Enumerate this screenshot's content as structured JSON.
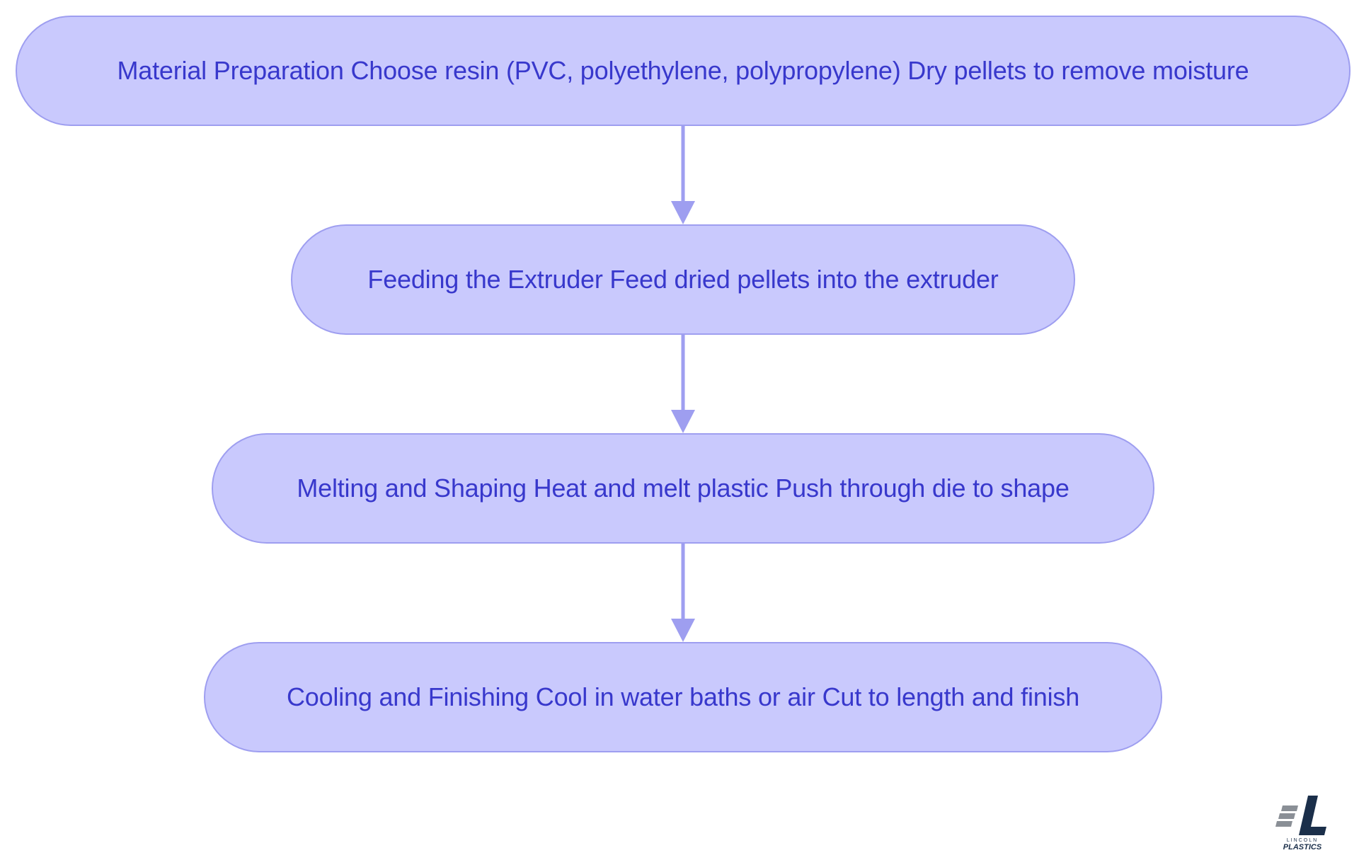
{
  "diagram": {
    "nodes": [
      {
        "id": "n1",
        "label": "Material Preparation Choose resin (PVC, polyethylene, polypropylene) Dry pellets to remove moisture"
      },
      {
        "id": "n2",
        "label": "Feeding the Extruder Feed dried pellets into the extruder"
      },
      {
        "id": "n3",
        "label": "Melting and Shaping Heat and melt plastic Push through die to shape"
      },
      {
        "id": "n4",
        "label": "Cooling and Finishing Cool in water baths or air Cut to length and finish"
      }
    ],
    "edges": [
      {
        "from": "n1",
        "to": "n2"
      },
      {
        "from": "n2",
        "to": "n3"
      },
      {
        "from": "n3",
        "to": "n4"
      }
    ],
    "colors": {
      "node_fill": "#c9c9fd",
      "node_border": "#9e9ef0",
      "node_text": "#3838cc",
      "edge": "#9e9ef0",
      "logo": "#1b2f4a"
    }
  },
  "logo": {
    "name": "lincoln-plastics-logo",
    "top_text": "LINCOLN",
    "bottom_text": "PLASTICS"
  }
}
